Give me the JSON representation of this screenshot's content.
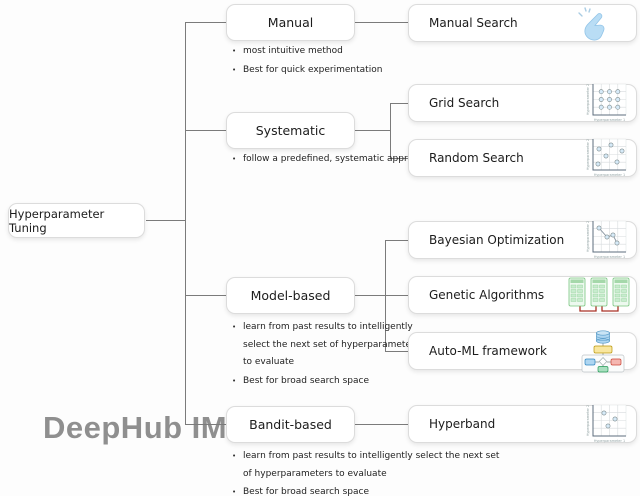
{
  "diagram": {
    "root": {
      "label": "Hyperparameter Tuning"
    },
    "branches": [
      {
        "label": "Manual",
        "notes": [
          "most intuitive method",
          "Best for quick experimentation"
        ],
        "children": [
          {
            "label": "Manual Search",
            "icon": "hand-pointer-icon"
          }
        ]
      },
      {
        "label": "Systematic",
        "notes": [
          "follow a predefined, systematic approach"
        ],
        "children": [
          {
            "label": "Grid Search",
            "icon": "grid-search-chart-icon"
          },
          {
            "label": "Random Search",
            "icon": "random-search-chart-icon"
          }
        ]
      },
      {
        "label": "Model-based",
        "notes": [
          "learn from past results to intelligently select the next set of hyperparameters to evaluate",
          "Best for broad search space"
        ],
        "children": [
          {
            "label": "Bayesian Optimization",
            "icon": "bayesian-optimization-chart-icon"
          },
          {
            "label": "Genetic Algorithms",
            "icon": "chromosomes-icon"
          },
          {
            "label": "Auto-ML framework",
            "icon": "automl-flowchart-icon"
          }
        ]
      },
      {
        "label": "Bandit-based",
        "notes": [
          "learn from past results to intelligently select the next set of hyperparameters to evaluate",
          "Best for broad search space"
        ],
        "children": [
          {
            "label": "Hyperband",
            "icon": "hyperband-chart-icon"
          }
        ]
      }
    ]
  },
  "icon_labels": {
    "x_axis": "Hyperparameter 1",
    "y_axis": "Hyperparameter 2"
  },
  "watermark": "DeepHub IMBA",
  "colors": {
    "connector": "#7b7b7b",
    "node_border": "#dcdcdc",
    "text": "#1c1c1c",
    "watermark": "#8f8f8f",
    "icon_blue": "#aed6f1",
    "icon_light_blue": "#b9ddf5",
    "icon_green": "#a9dfbf",
    "icon_yellow": "#f9e79f",
    "icon_pink": "#f5b7b1",
    "icon_red_connector": "#a93226"
  }
}
